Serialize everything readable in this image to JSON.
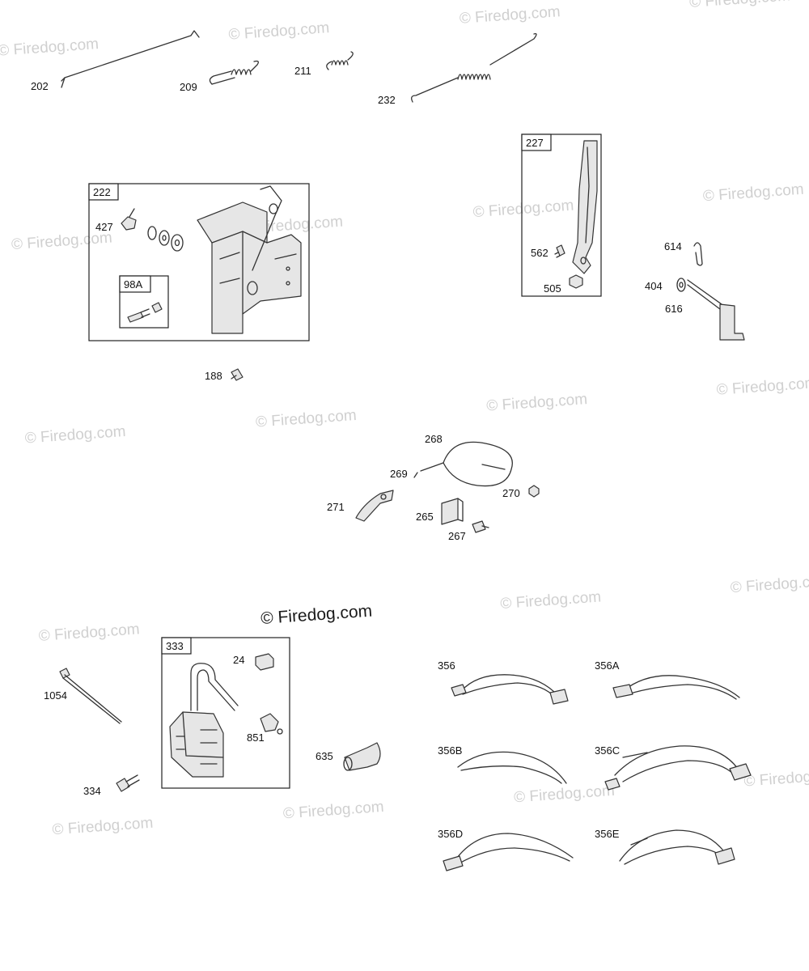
{
  "watermark": "© Firedog.com",
  "copyright": "© Firedog.com",
  "labels": {
    "p202": "202",
    "p209": "209",
    "p211": "211",
    "p232": "232",
    "p222": "222",
    "p427": "427",
    "p98A": "98A",
    "p227": "227",
    "p562": "562",
    "p505": "505",
    "p614": "614",
    "p404": "404",
    "p616": "616",
    "p188": "188",
    "p268": "268",
    "p269": "269",
    "p270": "270",
    "p271": "271",
    "p265": "265",
    "p267": "267",
    "p333": "333",
    "p24": "24",
    "p851": "851",
    "p1054": "1054",
    "p334": "334",
    "p635": "635",
    "p356": "356",
    "p356A": "356A",
    "p356B": "356B",
    "p356C": "356C",
    "p356D": "356D",
    "p356E": "356E"
  }
}
